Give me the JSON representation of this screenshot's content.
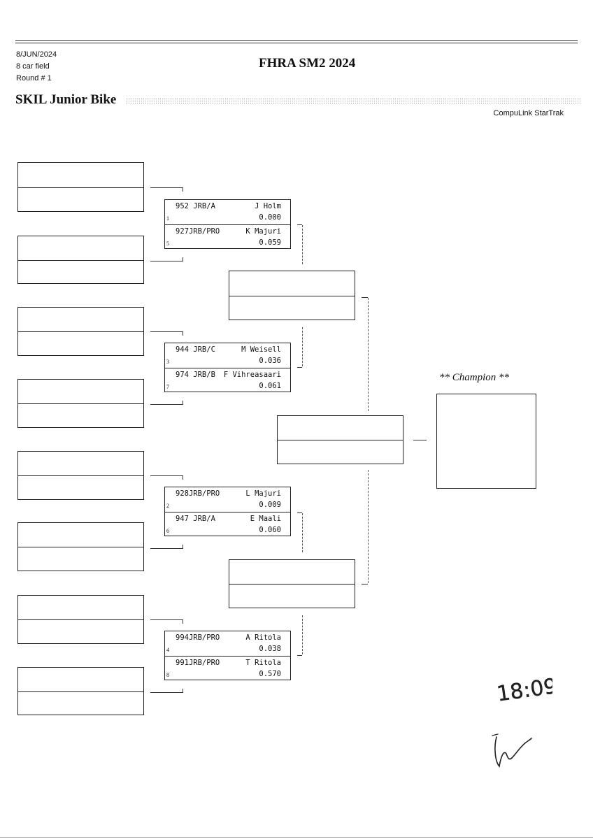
{
  "header": {
    "date": "8/JUN/2024",
    "field": "8 car field",
    "round": "Round # 1",
    "title": "FHRA SM2 2024",
    "event": "SKIL Junior Bike",
    "vendor": "CompuLink StarTrak"
  },
  "matches": [
    {
      "top": {
        "car": "952 JRB/A",
        "name": "J Holm",
        "rt": "0.000",
        "seed": "1"
      },
      "bottom": {
        "car": "927JRB/PRO",
        "name": "K Majuri",
        "rt": "0.059",
        "seed": "5"
      }
    },
    {
      "top": {
        "car": "944 JRB/C",
        "name": "M Weisell",
        "rt": "0.036",
        "seed": "3"
      },
      "bottom": {
        "car": "974 JRB/B",
        "name": "F Vihreasaari",
        "rt": "0.061",
        "seed": "7"
      }
    },
    {
      "top": {
        "car": "928JRB/PRO",
        "name": "L Majuri",
        "rt": "0.009",
        "seed": "2"
      },
      "bottom": {
        "car": "947 JRB/A",
        "name": "E Maali",
        "rt": "0.060",
        "seed": "6"
      }
    },
    {
      "top": {
        "car": "994JRB/PRO",
        "name": "A Ritola",
        "rt": "0.038",
        "seed": "4"
      },
      "bottom": {
        "car": "991JRB/PRO",
        "name": "T Ritola",
        "rt": "0.570",
        "seed": "8"
      }
    }
  ],
  "champion": {
    "label": "** Champion **"
  },
  "handwriting": {
    "time": "18:09"
  }
}
